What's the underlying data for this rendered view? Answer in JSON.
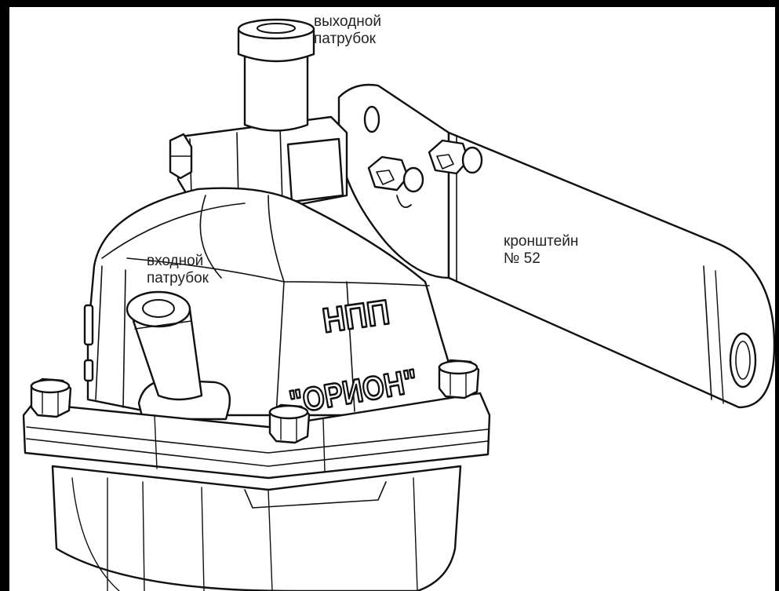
{
  "labels": {
    "outlet": {
      "line1": "выходной",
      "line2": "патрубок"
    },
    "inlet": {
      "line1": "входной",
      "line2": "патрубок"
    },
    "bracket": {
      "line1": "кронштейн",
      "line2": "№ 52"
    }
  },
  "embossing": {
    "brand_top": "НПП",
    "brand_name": "\"ОРИОН\""
  },
  "colors": {
    "frame": "#000000",
    "background": "#ffffff",
    "linework": "#111111",
    "label_text": "#222222"
  }
}
